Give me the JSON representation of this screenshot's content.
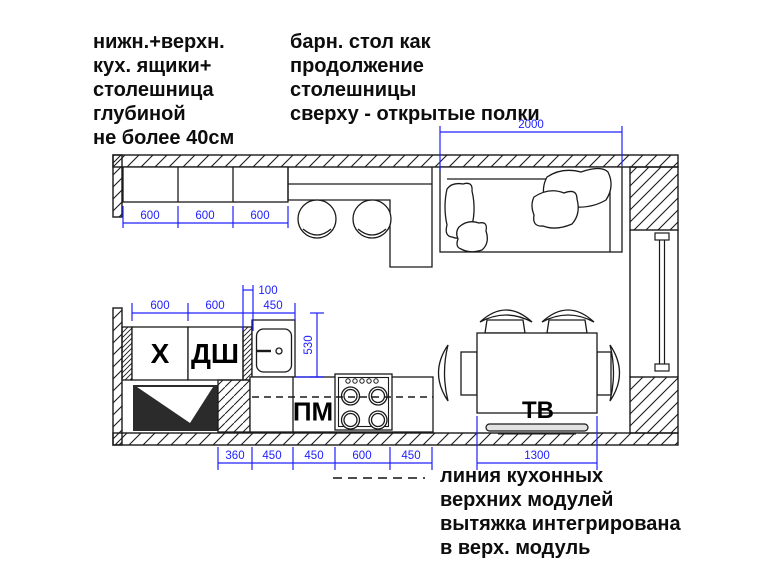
{
  "notes": {
    "cabinets": {
      "lines": [
        "нижн.+верхн.",
        "кух. ящики+",
        "столешница",
        "глубиной",
        "не более 40см"
      ]
    },
    "bar": {
      "lines": [
        "барн. стол как",
        "продолжение",
        "столешницы",
        "сверху - открытые полки"
      ]
    },
    "hood": {
      "lines": [
        "линия кухонных",
        "верхних модулей",
        "вытяжка интегрирована",
        "в верх. модуль"
      ]
    }
  },
  "dims": {
    "upper_cabinets": [
      "600",
      "600",
      "600"
    ],
    "bed_width": "2000",
    "fridge": "600",
    "dish_cabinet": "600",
    "gap": "100",
    "sink": "450",
    "counter_depth": "530",
    "bottom_units": [
      "360",
      "450",
      "450",
      "600",
      "450"
    ],
    "table_width": "1300"
  },
  "labels": {
    "fridge": "Х",
    "dish_cabinet": "ДШ",
    "dishwasher": "ПМ",
    "tv": "ТВ"
  },
  "colors": {
    "dimension": "#2020ff",
    "line": "#1a1a1a",
    "dark_fill": "#2b2b2b"
  }
}
